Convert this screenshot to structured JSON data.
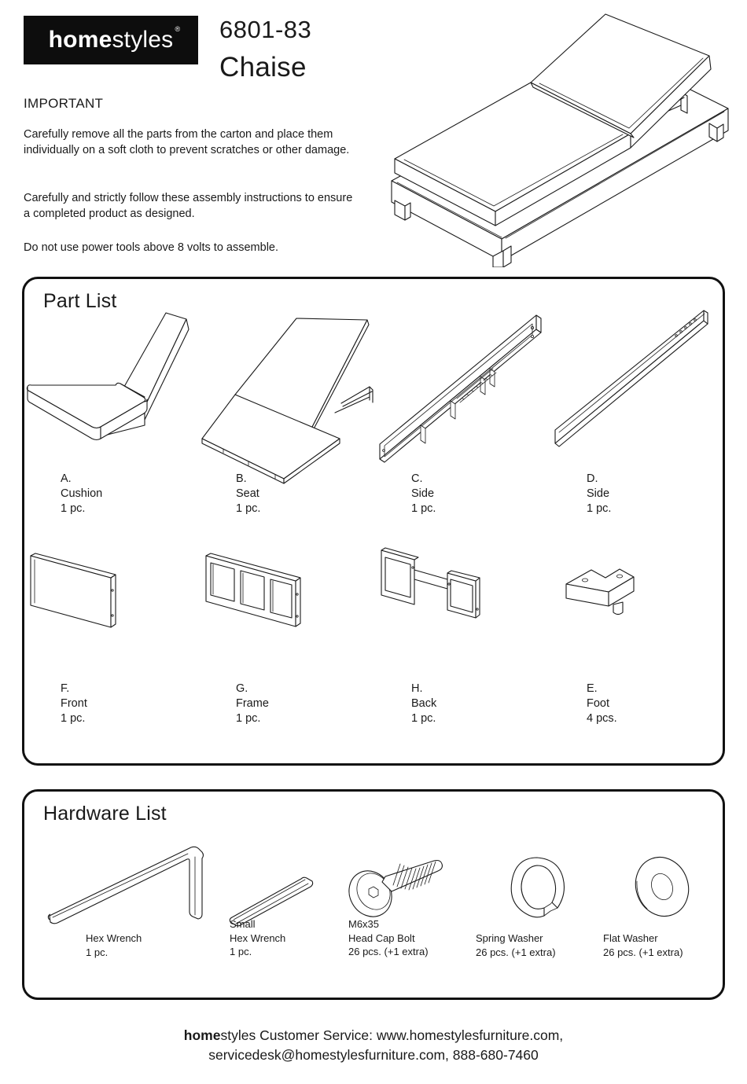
{
  "brand": {
    "logo_bold": "home",
    "logo_light": "styles",
    "registered_mark": "®"
  },
  "header": {
    "model_number": "6801-83",
    "product_title": "Chaise",
    "important_heading": "IMPORTANT",
    "note_1": "Carefully remove all the parts from the carton and place them individually on a soft cloth to prevent scratches or other damage.",
    "note_2": "Carefully and strictly follow these assembly instructions to ensure a completed product as designed.",
    "note_3": "Do not use power tools above 8 volts to assemble.",
    "hero_illustration_name": "chaise-lounge-assembled"
  },
  "part_list": {
    "title": "Part List",
    "row_1": [
      {
        "key": "A.",
        "name": "Cushion",
        "qty": "1 pc.",
        "art": "cushion"
      },
      {
        "key": "B.",
        "name": "Seat",
        "qty": "1 pc.",
        "art": "seat"
      },
      {
        "key": "C.",
        "name": "Side",
        "qty": "1 pc.",
        "art": "side-rail-ratchet"
      },
      {
        "key": "D.",
        "name": "Side",
        "qty": "1 pc.",
        "art": "side-panel"
      }
    ],
    "row_2": [
      {
        "key": "F.",
        "name": "Front",
        "qty": "1 pc.",
        "art": "front-panel"
      },
      {
        "key": "G.",
        "name": "Frame",
        "qty": "1 pc.",
        "art": "frame-three-bay"
      },
      {
        "key": "H.",
        "name": "Back",
        "qty": "1 pc.",
        "art": "back-stepped-frame"
      },
      {
        "key": "E.",
        "name": "Foot",
        "qty": "4 pcs.",
        "art": "corner-foot"
      }
    ]
  },
  "hardware_list": {
    "title": "Hardware List",
    "items": [
      {
        "line_1": "Hex Wrench",
        "line_2": "1 pc.",
        "art": "hex-wrench-large"
      },
      {
        "line_0": "Small",
        "line_1": "Hex Wrench",
        "line_2": "1 pc.",
        "art": "hex-wrench-small"
      },
      {
        "line_0": "M6x35",
        "line_1": "Head Cap Bolt",
        "line_2": "26 pcs. (+1 extra)",
        "art": "hex-head-cap-bolt"
      },
      {
        "line_1": "Spring Washer",
        "line_2": "26 pcs. (+1 extra)",
        "art": "spring-washer"
      },
      {
        "line_1": "Flat Washer",
        "line_2": "26 pcs. (+1 extra)",
        "art": "flat-washer"
      }
    ]
  },
  "footer": {
    "line_1_bold": "home",
    "line_1_rest": "styles Customer Service: www.homestylesfurniture.com,",
    "line_2": "servicedesk@homestylesfurniture.com, 888-680-7460"
  },
  "colors": {
    "ink": "#1a1a1a",
    "logo_background": "#0d0d0d",
    "paper": "#ffffff",
    "border": "#111111"
  }
}
